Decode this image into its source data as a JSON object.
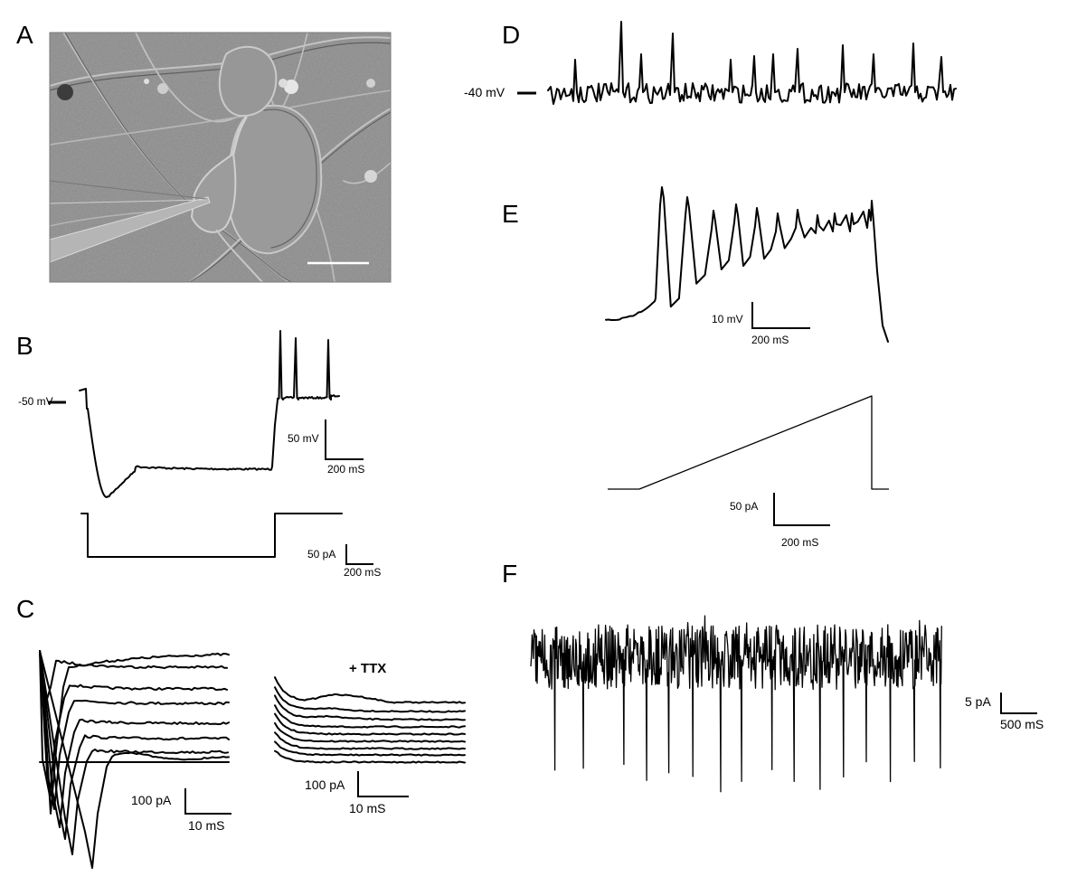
{
  "panels": {
    "a": {
      "letter": "A"
    },
    "b": {
      "letter": "B",
      "baseline_label": "-50 mV",
      "v_scale": "50 mV",
      "t_scale": "200 mS",
      "i_scale": "50 pA",
      "i_t_scale": "200 mS"
    },
    "c": {
      "letter": "C",
      "ttx_label": "+ TTX",
      "left_i_scale": "100 pA",
      "left_t_scale": "10 mS",
      "right_i_scale": "100 pA",
      "right_t_scale": "10 mS"
    },
    "d": {
      "letter": "D",
      "baseline_label": "-40 mV"
    },
    "e": {
      "letter": "E",
      "v_scale": "10 mV",
      "t_scale": "200 mS",
      "i_scale": "50 pA",
      "i_t_scale": "200 mS"
    },
    "f": {
      "letter": "F",
      "i_scale": "5 pA",
      "t_scale": "500 mS"
    }
  },
  "colors": {
    "trace": "#000000",
    "micrograph_bg": "#8c8c8c"
  }
}
